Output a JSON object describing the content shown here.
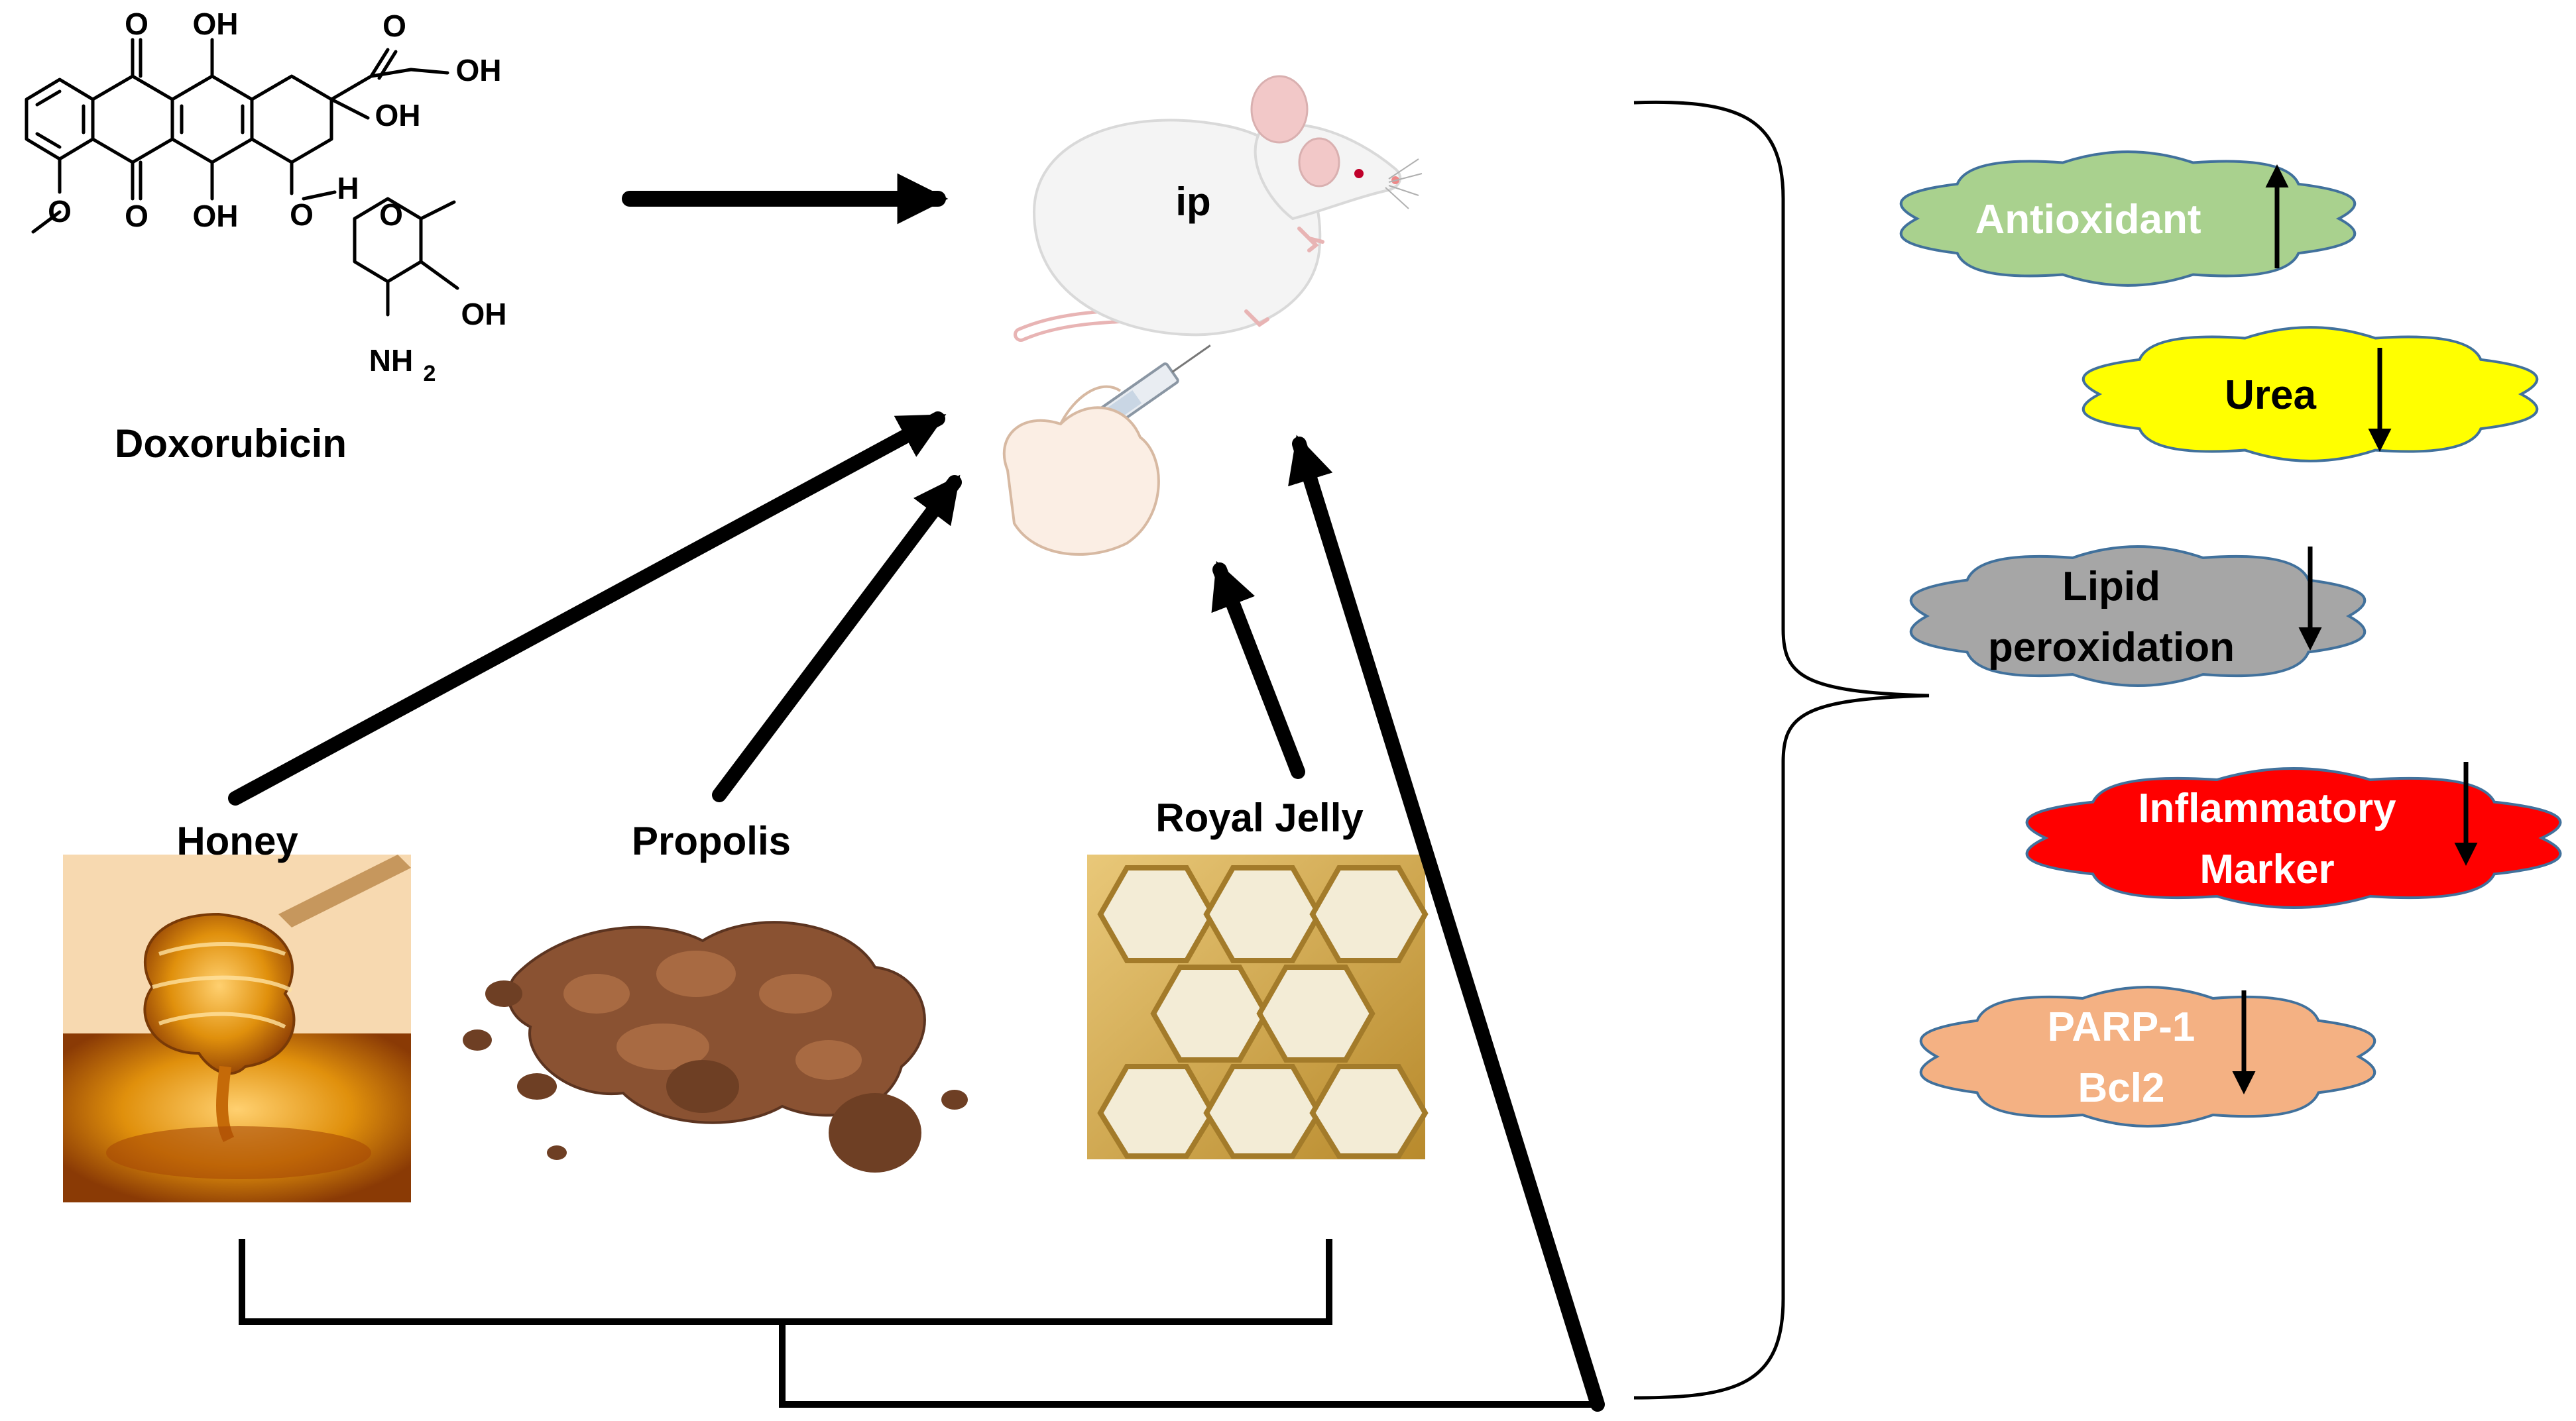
{
  "drug": {
    "name": "Doxorubicin"
  },
  "molecule": {
    "atoms": [
      "O",
      "OH",
      "O",
      "OH",
      "OH",
      "O",
      "O",
      "OH",
      "O",
      "H",
      "O",
      "OH",
      "NH",
      "2"
    ]
  },
  "mouse": {
    "route_label": "ip"
  },
  "bee_products": {
    "honey_label": "Honey",
    "propolis_label": "Propolis",
    "royal_jelly_label": "Royal Jelly"
  },
  "outcomes": [
    {
      "label_lines": [
        "Antioxidant"
      ],
      "direction": "up",
      "cloud_color": "#a9d18e",
      "text_color": "#ffffff"
    },
    {
      "label_lines": [
        "Urea"
      ],
      "direction": "down",
      "cloud_color": "#ffff00",
      "text_color": "#000000"
    },
    {
      "label_lines": [
        "Lipid",
        "peroxidation"
      ],
      "direction": "down",
      "cloud_color": "#a6a6a6",
      "text_color": "#000000"
    },
    {
      "label_lines": [
        "Inflammatory",
        "Marker"
      ],
      "direction": "down",
      "cloud_color": "#ff0000",
      "text_color": "#ffffff"
    },
    {
      "label_lines": [
        "PARP-1",
        "Bcl2"
      ],
      "direction": "down",
      "cloud_color": "#f4b183",
      "text_color": "#ffffff"
    }
  ],
  "colors": {
    "arrow": "#000000",
    "cloud_outline": "#41719c",
    "honey": "#d98a0b",
    "propolis": "#8a5232",
    "royal_jelly": "#d9b25a"
  }
}
